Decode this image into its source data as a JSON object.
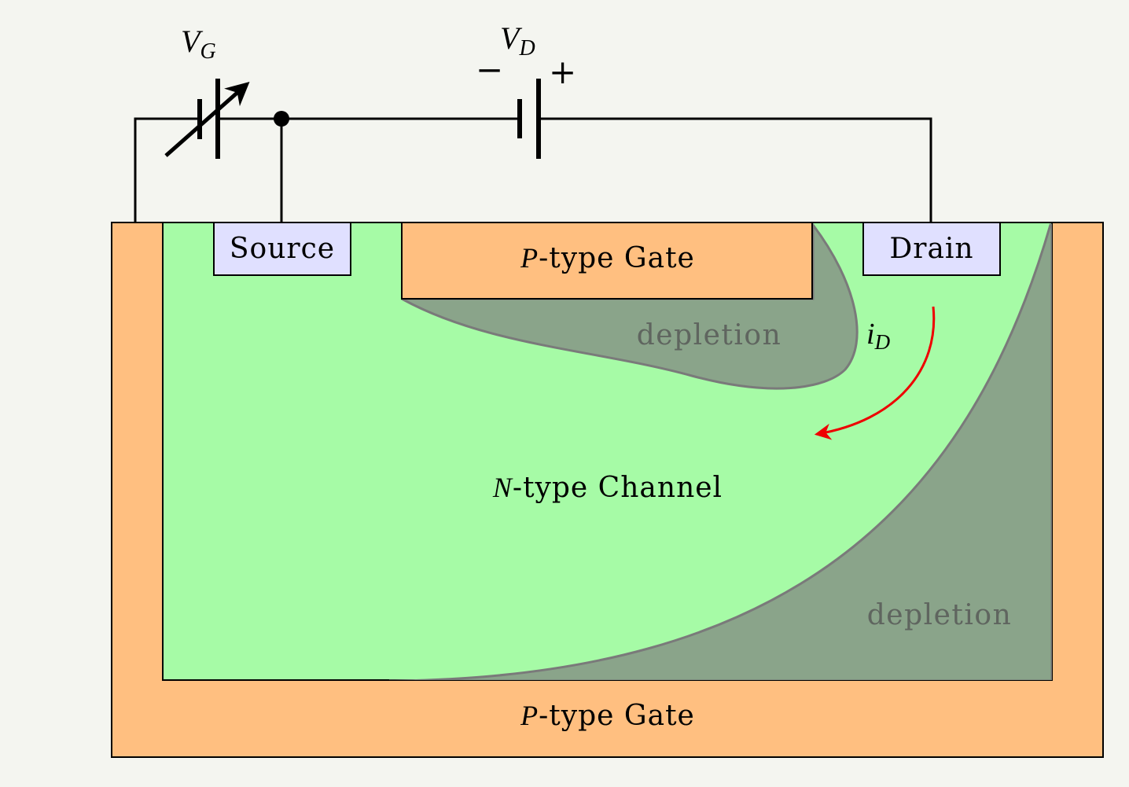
{
  "circuit": {
    "gate_voltage": {
      "symbol": "V",
      "subscript": "G"
    },
    "drain_voltage": {
      "symbol": "V",
      "subscript": "D",
      "minus": "−",
      "plus": "+"
    }
  },
  "device": {
    "source_label": "Source",
    "drain_label": "Drain",
    "top_gate": {
      "prefix": "P",
      "text": "-type Gate"
    },
    "bottom_gate": {
      "prefix": "P",
      "text": "-type Gate"
    },
    "channel": {
      "prefix": "N",
      "text": "-type Channel"
    },
    "depletion_upper": "depletion",
    "depletion_lower": "depletion",
    "current": {
      "symbol": "i",
      "subscript": "D"
    }
  },
  "colors": {
    "gate": "#ffbf80",
    "channel": "#a6fba6",
    "depletion": "#8aa48a",
    "contact": "#e0e0ff",
    "current_arrow": "#ee0000",
    "background": "#f4f5f0"
  }
}
